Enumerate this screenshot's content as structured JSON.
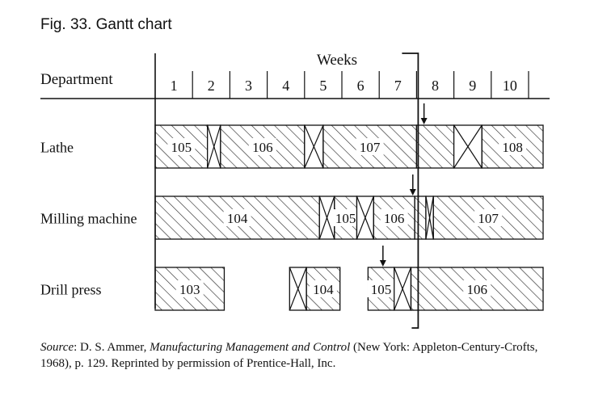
{
  "figure": {
    "title": "Fig. 33. Gantt chart"
  },
  "chart_data": {
    "type": "gantt",
    "xlabel": "Weeks",
    "ylabel": "Department",
    "weeks": [
      "1",
      "2",
      "3",
      "4",
      "5",
      "6",
      "7",
      "8",
      "9",
      "10"
    ],
    "current_week_marker": 7.0,
    "rows": [
      {
        "name": "Lathe",
        "tasks": [
          {
            "label": "105",
            "start": 0.0,
            "end": 1.4
          },
          {
            "label": "",
            "start": 1.4,
            "end": 1.75,
            "kind": "cross"
          },
          {
            "label": "106",
            "start": 1.75,
            "end": 4.0
          },
          {
            "label": "",
            "start": 4.0,
            "end": 4.5,
            "kind": "cross"
          },
          {
            "label": "107",
            "start": 4.5,
            "end": 7.0
          },
          {
            "label": "",
            "start": 7.0,
            "end": 8.0
          },
          {
            "label": "",
            "start": 8.0,
            "end": 8.75,
            "kind": "cross"
          },
          {
            "label": "108",
            "start": 8.75,
            "end": 10.4
          }
        ],
        "progress_marker": 7.2
      },
      {
        "name": "Milling machine",
        "tasks": [
          {
            "label": "104",
            "start": 0.0,
            "end": 4.4
          },
          {
            "label": "",
            "start": 4.4,
            "end": 4.8,
            "kind": "cross"
          },
          {
            "label": "105",
            "start": 4.8,
            "end": 5.4
          },
          {
            "label": "",
            "start": 5.4,
            "end": 5.85,
            "kind": "cross"
          },
          {
            "label": "106",
            "start": 5.85,
            "end": 6.95
          },
          {
            "label": "",
            "start": 6.95,
            "end": 7.25
          },
          {
            "label": "",
            "start": 7.25,
            "end": 7.45,
            "kind": "cross"
          },
          {
            "label": "107",
            "start": 7.45,
            "end": 10.4
          }
        ],
        "progress_marker": 6.9
      },
      {
        "name": "Drill press",
        "tasks": [
          {
            "label": "103",
            "start": 0.0,
            "end": 1.85
          },
          {
            "label": "",
            "start": 3.6,
            "end": 4.05,
            "kind": "cross"
          },
          {
            "label": "104",
            "start": 4.05,
            "end": 4.95
          },
          {
            "label": "105",
            "start": 5.7,
            "end": 6.4
          },
          {
            "label": "",
            "start": 6.4,
            "end": 6.85,
            "kind": "cross"
          },
          {
            "label": "106",
            "start": 6.85,
            "end": 10.4
          }
        ],
        "progress_marker": 6.1
      }
    ]
  },
  "source": {
    "label": "Source",
    "text1": ": D. S. Ammer, ",
    "book": "Manufacturing Management and Control",
    "text2": " (New York: Appleton-Century-Crofts, 1968), p. 129. Reprinted by permission of Prentice-Hall, Inc."
  }
}
